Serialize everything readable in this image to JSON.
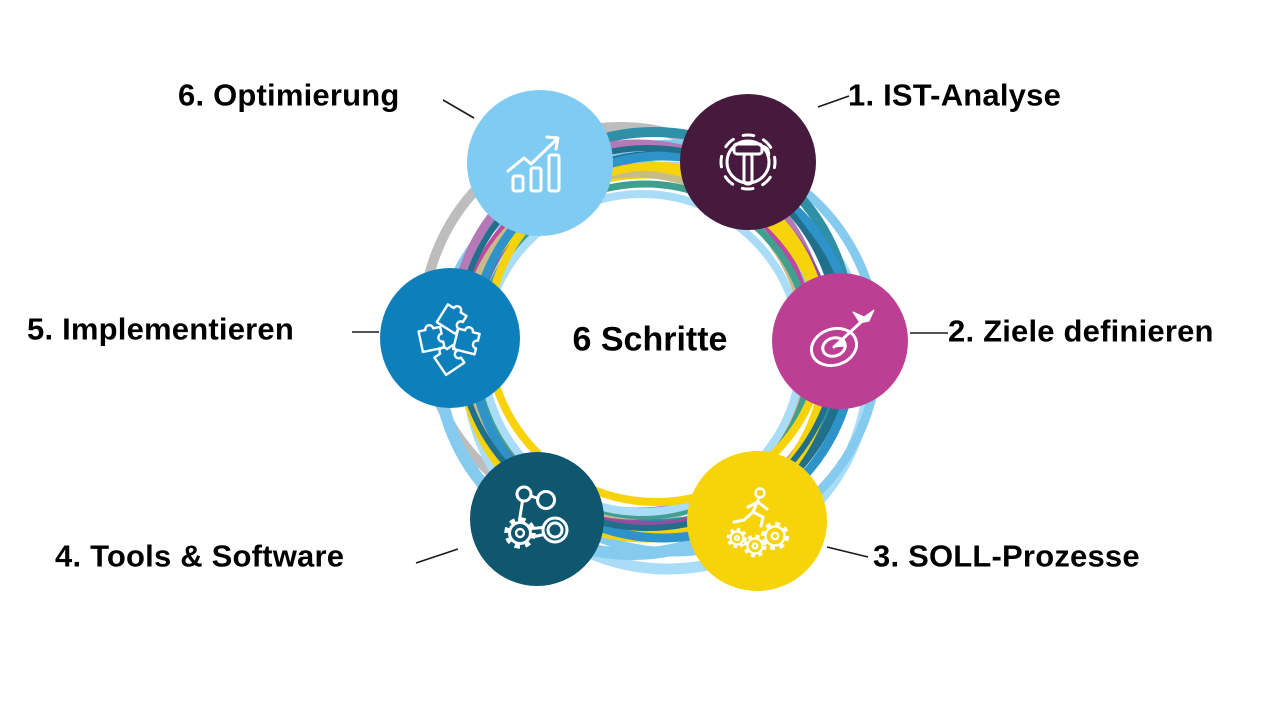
{
  "center_label": "6 Schritte",
  "steps": [
    {
      "label": "1. IST-Analyse",
      "color": "#451A3C",
      "icon": "gear-hammer-icon"
    },
    {
      "label": "2. Ziele definieren",
      "color": "#BC3F94",
      "icon": "target-dart-icon"
    },
    {
      "label": "3. SOLL-Prozesse",
      "color": "#F6D409",
      "icon": "runner-gears-icon"
    },
    {
      "label": "4. Tools & Software",
      "color": "#0F566F",
      "icon": "network-gear-icon"
    },
    {
      "label": "5. Implementieren",
      "color": "#0D80BC",
      "icon": "puzzle-pieces-icon"
    },
    {
      "label": "6. Optimierung",
      "color": "#7FCBF1",
      "icon": "growth-chart-icon"
    }
  ],
  "icon_stroke": "#FFFFFF",
  "connector_color": "#1A1A1A",
  "ring": {
    "stroke_colors": [
      "#BDBDBD",
      "#A9DCF6",
      "#85CBF0",
      "#2E8FA6",
      "#20708C",
      "#B47AB8",
      "#8F4FA0",
      "#BE49A0",
      "#F7D30B",
      "#C8BB8A",
      "#3FA08F",
      "#2E93C8"
    ]
  }
}
